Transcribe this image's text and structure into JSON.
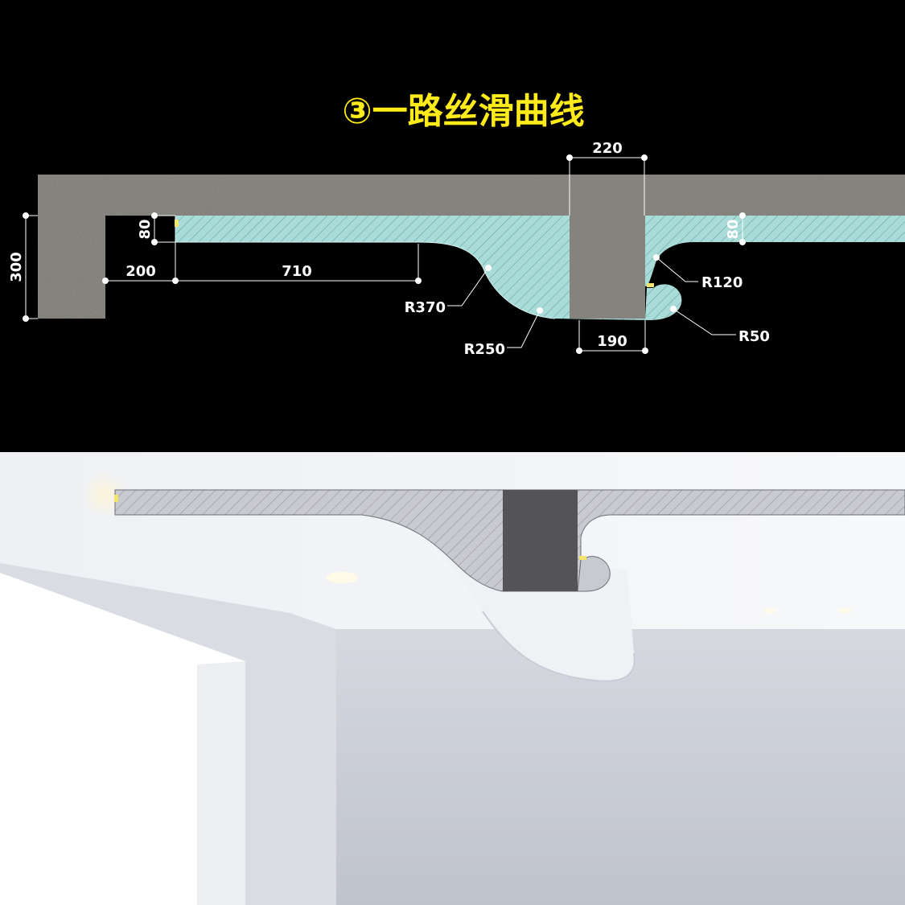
{
  "title": "③一路丝滑曲线",
  "dimensions": {
    "top_width": "220",
    "height_left": "300",
    "thickness_left": "80",
    "thickness_right": "80",
    "offset_left": "200",
    "flat_length": "710",
    "bottom_width": "190"
  },
  "radii": {
    "r370": "R370",
    "r250": "R250",
    "r120": "R120",
    "r50": "R50"
  },
  "colors": {
    "background": "#000000",
    "title": "#ffeb1a",
    "concrete": "#8f8c86",
    "board": "#a9dcd8",
    "led": "#f2e66a",
    "dimension": "#ffffff"
  }
}
